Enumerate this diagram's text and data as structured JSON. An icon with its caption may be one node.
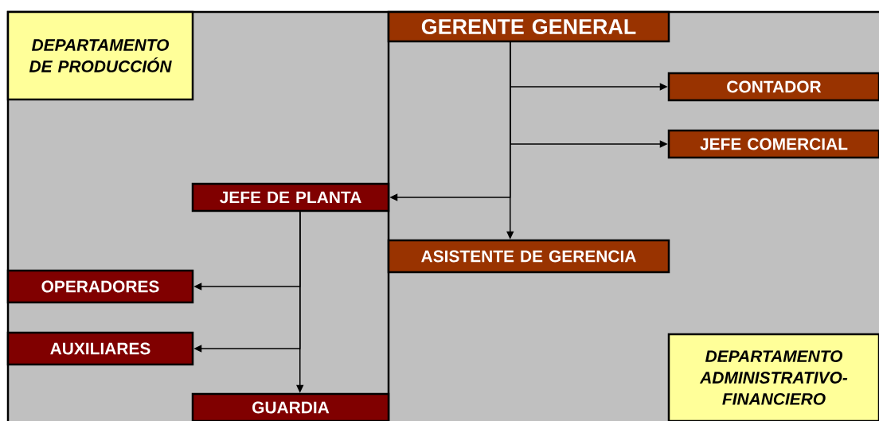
{
  "diagram": {
    "nodes": [
      {
        "text": [
          "DEPARTAMENTO DE PRODUCCIÓN"
        ]
      },
      {
        "text": [
          "GERENTE GENERAL"
        ]
      },
      {
        "text": [
          "CONTADOR"
        ]
      },
      {
        "text": [
          "JEFE COMERCIAL"
        ]
      },
      {
        "text": [
          "JEFE DE PLANTA"
        ]
      },
      {
        "text": [
          "ASISTENTE DE GERENCIA"
        ]
      },
      {
        "text": [
          "OPERADORES"
        ]
      },
      {
        "text": [
          "AUXILIARES"
        ]
      },
      {
        "text": [
          "GUARDIA"
        ]
      },
      {
        "text": [
          "DEPARTAMENTO ADMINISTRATIVO-FINANCIERO"
        ]
      }
    ],
    "edges": [
      {
        "from": 1,
        "to": 2,
        "arrow": "to"
      },
      {
        "from": 1,
        "to": 3,
        "arrow": "to"
      },
      {
        "from": 1,
        "to": 4,
        "arrow": "to"
      },
      {
        "from": 1,
        "to": 5,
        "arrow": "to"
      },
      {
        "from": 4,
        "to": 8,
        "arrow": "to"
      },
      {
        "from": 4,
        "to": 6,
        "arrow": "to"
      },
      {
        "from": 4,
        "to": 7,
        "arrow": "to"
      }
    ]
  }
}
